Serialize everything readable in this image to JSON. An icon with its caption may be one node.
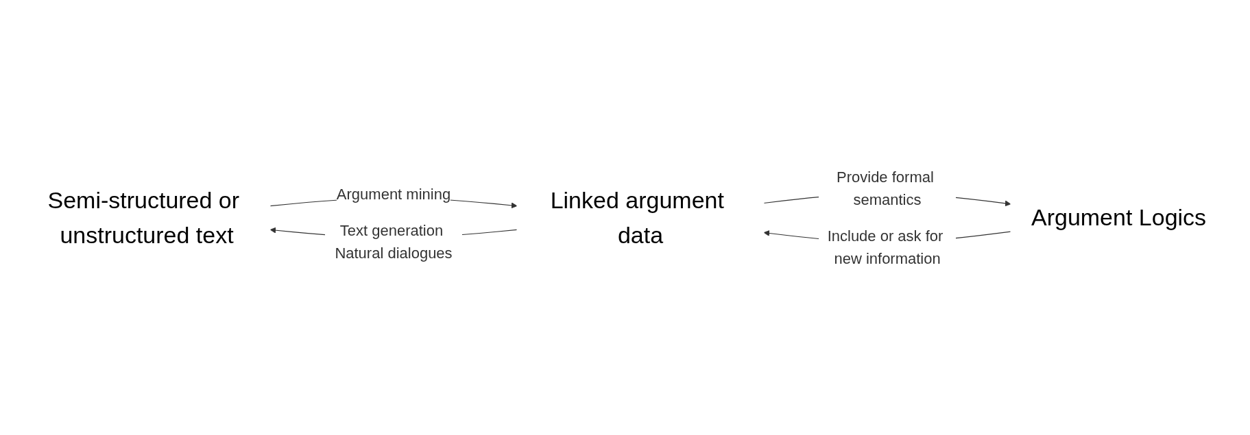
{
  "diagram": {
    "nodes": [
      {
        "text": [
          "Semi-structured or unstructured text"
        ]
      },
      {
        "text": [
          "Linked argument data"
        ]
      },
      {
        "text": [
          "Argument Logics"
        ]
      }
    ],
    "edges": [
      {
        "from": 0,
        "to": 1,
        "arrow": "to",
        "label": "Argument mining"
      },
      {
        "from": 1,
        "to": 0,
        "arrow": "to",
        "label": "Text generation Natural dialogues"
      },
      {
        "from": 1,
        "to": 2,
        "arrow": "to",
        "label": "Provide formal semantics"
      },
      {
        "from": 2,
        "to": 1,
        "arrow": "to",
        "label": "Include or ask for new information"
      }
    ]
  }
}
